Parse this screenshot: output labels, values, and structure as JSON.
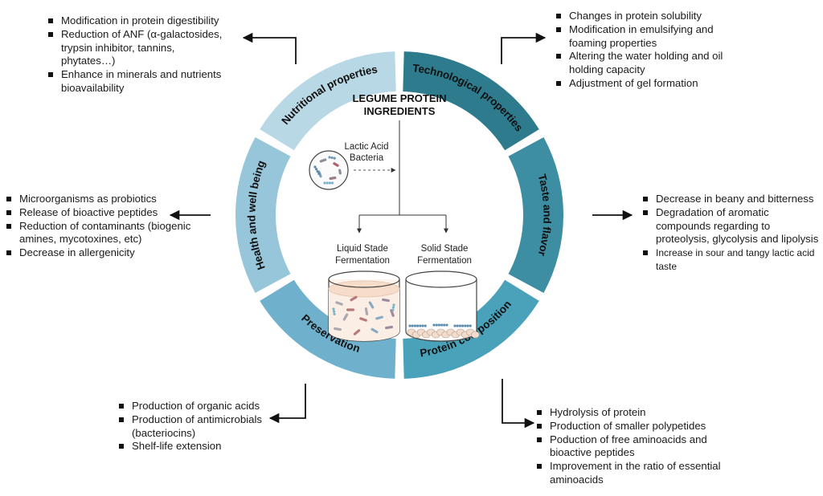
{
  "center": {
    "title_line1": "LEGUME PROTEIN",
    "title_line2": "INGREDIENTS",
    "bacteria_line1": "Lactic Acid",
    "bacteria_line2": "Bacteria",
    "liquid_line1": "Liquid Stade",
    "liquid_line2": "Fermentation",
    "solid_line1": "Solid Stade",
    "solid_line2": "Fermentation"
  },
  "segments": [
    {
      "label": "Nutritional properties",
      "color": "#b9d8e5"
    },
    {
      "label": "Technological properties",
      "color": "#2f7b8e"
    },
    {
      "label": "Taste and flavor",
      "color": "#3d8ea3"
    },
    {
      "label": "Protein composition",
      "color": "#4aa1ba"
    },
    {
      "label": "Preservation",
      "color": "#6fb1cc"
    },
    {
      "label": "Health and well being",
      "color": "#97c5da"
    }
  ],
  "nutritional": [
    "Modification in protein digestibility",
    "Reduction of ANF (α-galactosides, trypsin inhibitor, tannins, phytates…)",
    "Enhance in minerals and nutrients bioavailability"
  ],
  "technological": [
    "Changes in protein solubility",
    "Modification in emulsifying and foaming properties",
    "Altering the water holding and oil holding capacity",
    "Adjustment of gel formation"
  ],
  "taste": [
    "Decrease in beany and bitterness",
    "Degradation of aromatic compounds regarding to proteolysis, glycolysis and lipolysis",
    "Increase in sour and tangy lactic acid taste"
  ],
  "protein": [
    "Hydrolysis of protein",
    "Production of smaller polypetides",
    "Poduction of free aminoacids and bioactive peptides",
    "Improvement in the ratio of essential aminoacids"
  ],
  "preservation": [
    "Production of organic acids",
    "Production of antimicrobials (bacteriocins)",
    "Shelf-life extension"
  ],
  "health": [
    "Microorganisms as probiotics",
    "Release of bioactive peptides",
    "Reduction of contaminants (biogenic amines, mycotoxines, etc)",
    "Decrease in allergenicity"
  ]
}
